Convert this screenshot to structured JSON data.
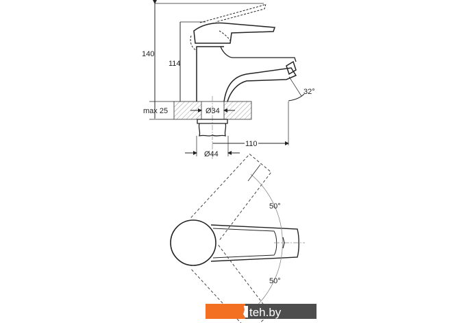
{
  "side_view": {
    "dimensions": {
      "overall_height": "140",
      "body_height": "114",
      "max_counter_thickness": "max 25",
      "hole_diameter": "Ø34",
      "nut_diameter": "Ø44",
      "spout_reach": "110",
      "spout_angle": "32°"
    }
  },
  "top_view": {
    "rotation_angles": [
      "50°",
      "50°"
    ]
  },
  "watermark": {
    "text": "teh.by",
    "logo_digit": "1",
    "colors": {
      "orange": "#f36f21",
      "gray": "#4d4d4d"
    }
  }
}
